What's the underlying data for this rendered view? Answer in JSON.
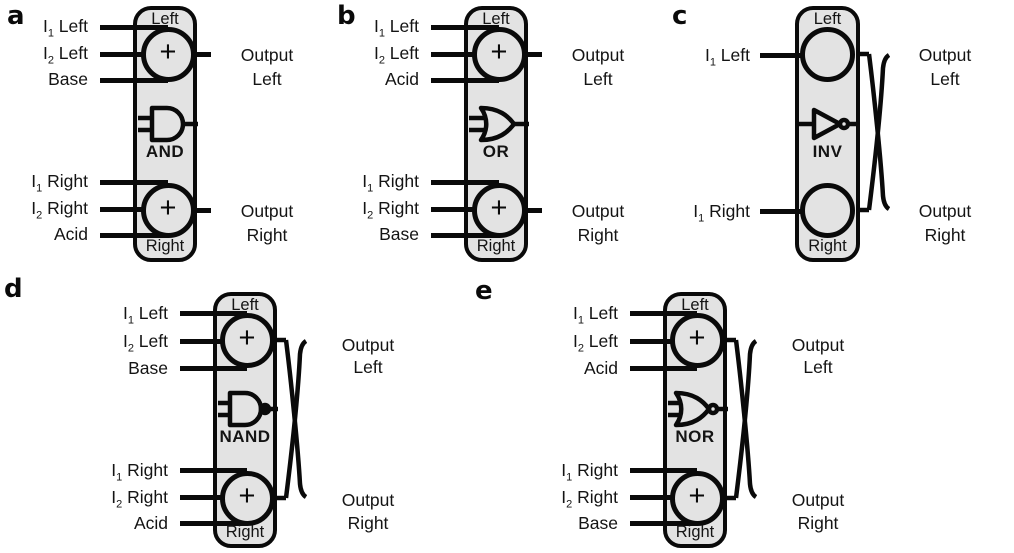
{
  "colors": {
    "module_fill": "#e3e3e3",
    "wire": "#0a0a0a",
    "background": "#ffffff"
  },
  "panels": [
    {
      "letter": "a",
      "gate_label": "AND",
      "cap_top": "Left",
      "cap_bottom": "Right",
      "plus": "+",
      "inputs_top": [
        {
          "sym": "I",
          "sub": "1",
          "name": " Left"
        },
        {
          "sym": "I",
          "sub": "2",
          "name": " Left"
        },
        {
          "sym": "",
          "sub": "",
          "name": "Base"
        }
      ],
      "inputs_bottom": [
        {
          "sym": "I",
          "sub": "1",
          "name": " Right"
        },
        {
          "sym": "I",
          "sub": "2",
          "name": " Right"
        },
        {
          "sym": "",
          "sub": "",
          "name": "Acid"
        }
      ],
      "output_top": [
        "Output",
        "Left"
      ],
      "output_bottom": [
        "Output",
        "Right"
      ]
    },
    {
      "letter": "b",
      "gate_label": "OR",
      "cap_top": "Left",
      "cap_bottom": "Right",
      "plus": "+",
      "inputs_top": [
        {
          "sym": "I",
          "sub": "1",
          "name": " Left"
        },
        {
          "sym": "I",
          "sub": "2",
          "name": " Left"
        },
        {
          "sym": "",
          "sub": "",
          "name": "Acid"
        }
      ],
      "inputs_bottom": [
        {
          "sym": "I",
          "sub": "1",
          "name": " Right"
        },
        {
          "sym": "I",
          "sub": "2",
          "name": " Right"
        },
        {
          "sym": "",
          "sub": "",
          "name": "Base"
        }
      ],
      "output_top": [
        "Output",
        "Left"
      ],
      "output_bottom": [
        "Output",
        "Right"
      ]
    },
    {
      "letter": "c",
      "gate_label": "INV",
      "cap_top": "Left",
      "cap_bottom": "Right",
      "plus": "",
      "inputs_top": [
        {
          "sym": "I",
          "sub": "1",
          "name": " Left"
        }
      ],
      "inputs_bottom": [
        {
          "sym": "I",
          "sub": "1",
          "name": " Right"
        }
      ],
      "output_top": [
        "Output",
        "Left"
      ],
      "output_bottom": [
        "Output",
        "Right"
      ]
    },
    {
      "letter": "d",
      "gate_label": "NAND",
      "cap_top": "Left",
      "cap_bottom": "Right",
      "plus": "+",
      "inputs_top": [
        {
          "sym": "I",
          "sub": "1",
          "name": " Left"
        },
        {
          "sym": "I",
          "sub": "2",
          "name": " Left"
        },
        {
          "sym": "",
          "sub": "",
          "name": "Base"
        }
      ],
      "inputs_bottom": [
        {
          "sym": "I",
          "sub": "1",
          "name": " Right"
        },
        {
          "sym": "I",
          "sub": "2",
          "name": " Right"
        },
        {
          "sym": "",
          "sub": "",
          "name": "Acid"
        }
      ],
      "output_top": [
        "Output",
        "Left"
      ],
      "output_bottom": [
        "Output",
        "Right"
      ]
    },
    {
      "letter": "e",
      "gate_label": "NOR",
      "cap_top": "Left",
      "cap_bottom": "Right",
      "plus": "+",
      "inputs_top": [
        {
          "sym": "I",
          "sub": "1",
          "name": " Left"
        },
        {
          "sym": "I",
          "sub": "2",
          "name": " Left"
        },
        {
          "sym": "",
          "sub": "",
          "name": "Acid"
        }
      ],
      "inputs_bottom": [
        {
          "sym": "I",
          "sub": "1",
          "name": " Right"
        },
        {
          "sym": "I",
          "sub": "2",
          "name": " Right"
        },
        {
          "sym": "",
          "sub": "",
          "name": "Base"
        }
      ],
      "output_top": [
        "Output",
        "Left"
      ],
      "output_bottom": [
        "Output",
        "Right"
      ]
    }
  ]
}
